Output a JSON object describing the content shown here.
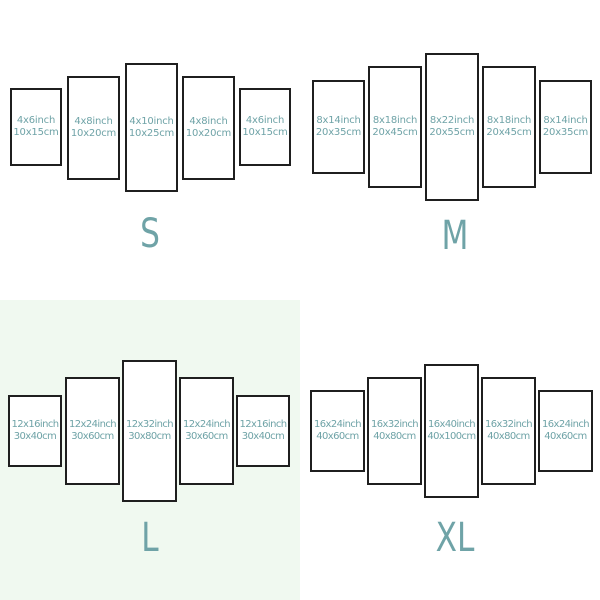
{
  "theme": {
    "frame_color": "#1f1f1f",
    "text_color": "#6fa3a7",
    "background": "#ffffff",
    "l_background": "#f0f9f0"
  },
  "sizes": [
    {
      "label": "S",
      "background": "#ffffff",
      "panels": [
        {
          "inch": "4x6inch",
          "cm": "10x15cm"
        },
        {
          "inch": "4x8inch",
          "cm": "10x20cm"
        },
        {
          "inch": "4x10inch",
          "cm": "10x25cm"
        },
        {
          "inch": "4x8inch",
          "cm": "10x20cm"
        },
        {
          "inch": "4x6inch",
          "cm": "10x15cm"
        }
      ]
    },
    {
      "label": "M",
      "background": "#ffffff",
      "panels": [
        {
          "inch": "8x14inch",
          "cm": "20x35cm"
        },
        {
          "inch": "8x18inch",
          "cm": "20x45cm"
        },
        {
          "inch": "8x22inch",
          "cm": "20x55cm"
        },
        {
          "inch": "8x18inch",
          "cm": "20x45cm"
        },
        {
          "inch": "8x14inch",
          "cm": "20x35cm"
        }
      ]
    },
    {
      "label": "L",
      "background": "#f0f9f0",
      "panels": [
        {
          "inch": "12x16inch",
          "cm": "30x40cm"
        },
        {
          "inch": "12x24inch",
          "cm": "30x60cm"
        },
        {
          "inch": "12x32inch",
          "cm": "30x80cm"
        },
        {
          "inch": "12x24inch",
          "cm": "30x60cm"
        },
        {
          "inch": "12x16inch",
          "cm": "30x40cm"
        }
      ]
    },
    {
      "label": "XL",
      "background": "#ffffff",
      "panels": [
        {
          "inch": "16x24inch",
          "cm": "40x60cm"
        },
        {
          "inch": "16x32inch",
          "cm": "40x80cm"
        },
        {
          "inch": "16x40inch",
          "cm": "40x100cm"
        },
        {
          "inch": "16x32inch",
          "cm": "40x80cm"
        },
        {
          "inch": "16x24inch",
          "cm": "40x60cm"
        }
      ]
    }
  ]
}
